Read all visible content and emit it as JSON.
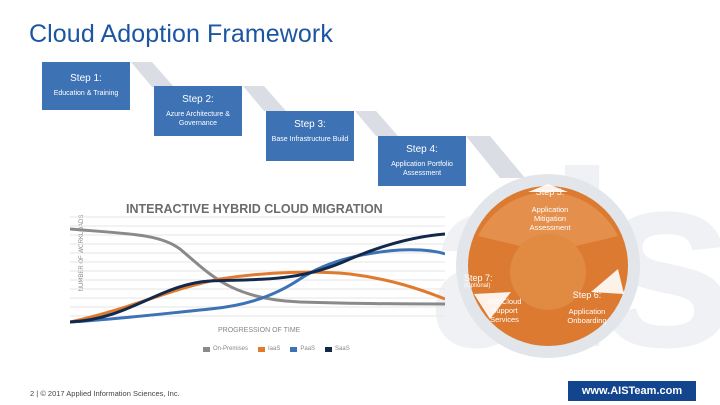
{
  "title": "Cloud Adoption Framework",
  "steps": [
    {
      "heading": "Step 1:",
      "desc": "Education & Training"
    },
    {
      "heading": "Step 2:",
      "desc": "Azure Architecture & Governance"
    },
    {
      "heading": "Step 3:",
      "desc": "Base Infrastructure Build"
    },
    {
      "heading": "Step 4:",
      "desc": "Application Portfolio Assessment"
    },
    {
      "heading": "Step 5:",
      "desc": "Application Mitigation Assessment"
    },
    {
      "heading": "Step 6:",
      "desc": "Application Onboarding"
    },
    {
      "heading": "Step 7:",
      "note": "(Optional)",
      "desc": "AIS Cloud Support Services"
    }
  ],
  "chart": {
    "title": "INTERACTIVE HYBRID CLOUD MIGRATION",
    "ylabel": "NUMBER OF WORKLOADS",
    "xlabel": "PROGRESSION OF TIME",
    "legend": [
      {
        "label": "On-Premises",
        "color": "#8a8a8a"
      },
      {
        "label": "IaaS",
        "color": "#e07a2f"
      },
      {
        "label": "PaaS",
        "color": "#3d72b4"
      },
      {
        "label": "SaaS",
        "color": "#13294b"
      }
    ]
  },
  "colors": {
    "title": "#1c56a3",
    "step_blue": "#3d72b4",
    "orange": "#db7a30"
  },
  "watermark": "ais",
  "footer": {
    "page": "2",
    "copyright": "© 2017 Applied Information Sciences, Inc.",
    "url": "www.AISTeam.com"
  }
}
